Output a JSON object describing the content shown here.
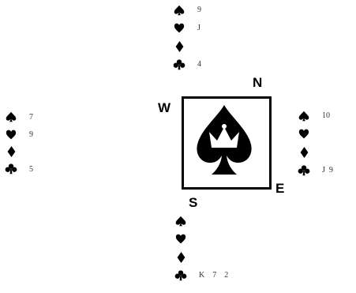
{
  "compass": {
    "north": "N",
    "west": "W",
    "east": "E",
    "south": "S"
  },
  "hands": {
    "north": {
      "spades": "9",
      "hearts": "J",
      "diamonds": "",
      "clubs": "4"
    },
    "west": {
      "spades": "7",
      "hearts": "9",
      "diamonds": "",
      "clubs": "5"
    },
    "east": {
      "spades": "10",
      "hearts": "",
      "diamonds": "",
      "clubs": "J  9"
    },
    "south": {
      "spades": "",
      "hearts": "",
      "diamonds": "",
      "clubs": "K    7    2"
    }
  },
  "icons": {
    "suits": [
      "spade-icon",
      "heart-icon",
      "diamond-icon",
      "club-icon"
    ],
    "emblem": "crowned-spade-icon"
  },
  "colors": {
    "ink": "#000000",
    "background": "#ffffff"
  }
}
